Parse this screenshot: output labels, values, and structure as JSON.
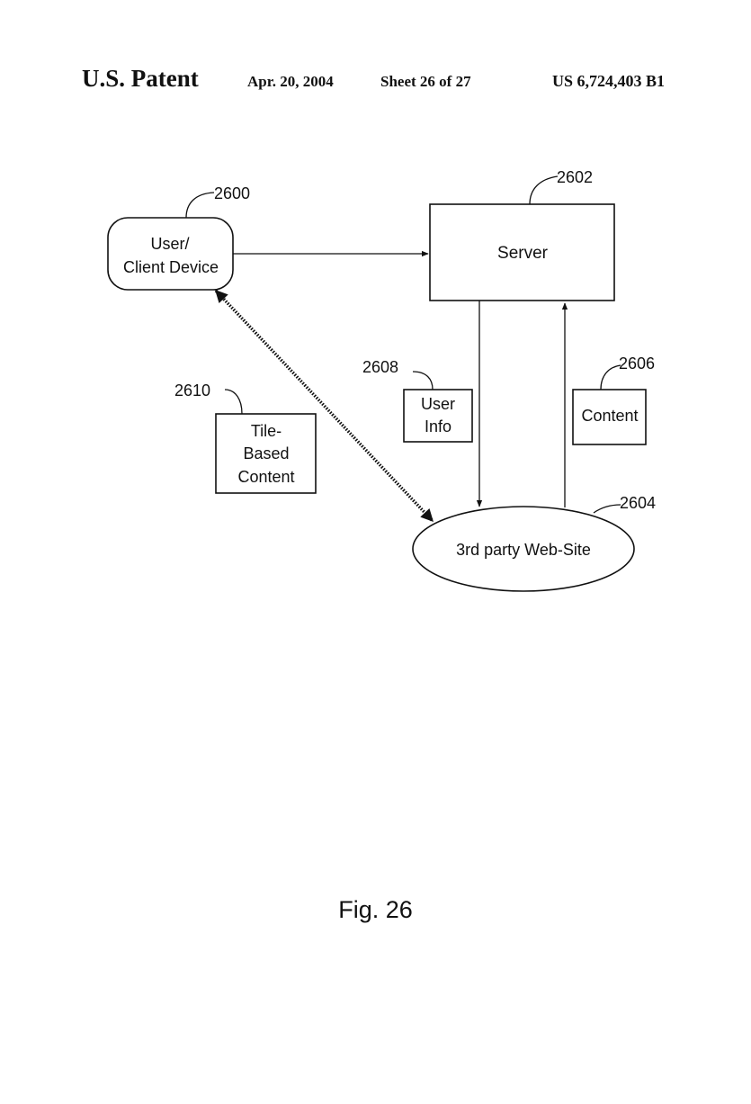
{
  "header": {
    "patent_label": "U.S. Patent",
    "date": "Apr. 20, 2004",
    "sheet": "Sheet 26 of 27",
    "patent_number": "US 6,724,403 B1"
  },
  "diagram": {
    "nodes": {
      "user_client": {
        "ref": "2600",
        "lines": [
          "User/",
          "Client Device"
        ]
      },
      "server": {
        "ref": "2602",
        "lines": [
          "Server"
        ]
      },
      "third_party": {
        "ref": "2604",
        "lines": [
          "3rd party Web-Site"
        ]
      },
      "content": {
        "ref": "2606",
        "lines": [
          "Content"
        ]
      },
      "user_info": {
        "ref": "2608",
        "lines": [
          "User",
          "Info"
        ]
      },
      "tile_based": {
        "ref": "2610",
        "lines": [
          "Tile-",
          "Based",
          "Content"
        ]
      }
    }
  },
  "figure_caption": "Fig. 26"
}
